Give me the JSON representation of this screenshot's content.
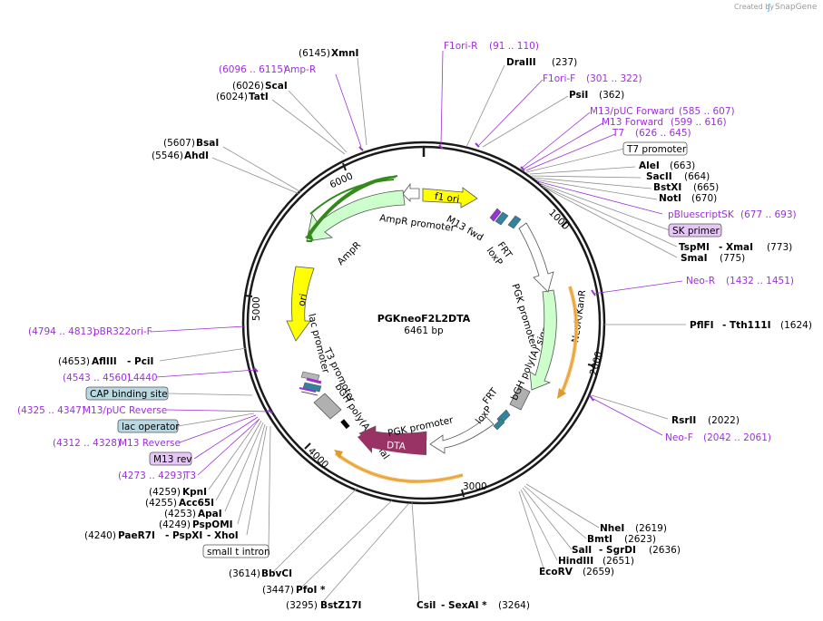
{
  "credit": {
    "prefix": "Created by",
    "brand": "SnapGene"
  },
  "title": "PGKneoF2L2DTA",
  "length": "6461 bp",
  "tick_labels": [
    "1000",
    "2000",
    "3000",
    "4000",
    "5000",
    "6000"
  ],
  "colors": {
    "backbone": "#1a1a1a",
    "ori": "#ffff00",
    "f1ori": "#ffff00",
    "ampr": "#ccffcc",
    "neo": "#ccffcc",
    "dta": "#993366",
    "promoter": "#ffffff",
    "polyA": "#b0b0b0",
    "frt": "#31849b",
    "loxp": "#31849b",
    "primer": "#9b30d9",
    "orf": "#f4b860"
  },
  "features": [
    {
      "id": "f1ori",
      "label": "f1 ori"
    },
    {
      "id": "m13fwd",
      "label": "M13 fwd"
    },
    {
      "id": "frt1",
      "label": "FRT"
    },
    {
      "id": "loxp1",
      "label": "loxP"
    },
    {
      "id": "pgk1",
      "label": "PGK promoter"
    },
    {
      "id": "neo",
      "label": "NeoR/KanR"
    },
    {
      "id": "bgh1",
      "label": "bGH poly(A) signal"
    },
    {
      "id": "frt2",
      "label": "FRT"
    },
    {
      "id": "loxp2",
      "label": "loxP"
    },
    {
      "id": "pgk2",
      "label": "PGK promoter"
    },
    {
      "id": "dta",
      "label": "DTA"
    },
    {
      "id": "bgh2",
      "label": "bGH poly(A) signal"
    },
    {
      "id": "t3",
      "label": "T3 promoter"
    },
    {
      "id": "lac",
      "label": "lac promoter"
    },
    {
      "id": "ori",
      "label": "ori"
    },
    {
      "id": "ampr",
      "label": "AmpR"
    },
    {
      "id": "amprprom",
      "label": "AmpR promoter"
    }
  ],
  "annotations": [
    {
      "id": "xmni",
      "pos": "(6145)",
      "name": "XmnI",
      "type": "enzyme"
    },
    {
      "id": "ampr_primer",
      "pos": "(6096 .. 6115)",
      "name": "Amp-R",
      "type": "primer"
    },
    {
      "id": "scai",
      "pos": "(6026)",
      "name": "ScaI",
      "type": "enzyme"
    },
    {
      "id": "tati",
      "pos": "(6024)",
      "name": "TatI",
      "type": "enzyme"
    },
    {
      "id": "bsai",
      "pos": "(5607)",
      "name": "BsaI",
      "type": "enzyme"
    },
    {
      "id": "ahdi",
      "pos": "(5546)",
      "name": "AhdI",
      "type": "enzyme"
    },
    {
      "id": "f1orir",
      "name": "F1ori-R",
      "pos": "(91 .. 110)",
      "type": "primer"
    },
    {
      "id": "draiii",
      "name": "DraIII",
      "pos": "(237)",
      "type": "enzyme"
    },
    {
      "id": "f1orif",
      "name": "F1ori-F",
      "pos": "(301 .. 322)",
      "type": "primer"
    },
    {
      "id": "psii",
      "name": "PsiI",
      "pos": "(362)",
      "type": "enzyme"
    },
    {
      "id": "m13puc",
      "name": "M13/pUC Forward",
      "pos": "(585 .. 607)",
      "type": "primer"
    },
    {
      "id": "m13f",
      "name": "M13 Forward",
      "pos": "(599 .. 616)",
      "type": "primer"
    },
    {
      "id": "t7",
      "name": "T7",
      "pos": "(626 .. 645)",
      "type": "primer"
    },
    {
      "id": "t7prom",
      "name": "T7 promoter",
      "type": "boxed"
    },
    {
      "id": "alei",
      "name": "AleI",
      "pos": "(663)",
      "type": "enzyme"
    },
    {
      "id": "sacii",
      "name": "SacII",
      "pos": "(664)",
      "type": "enzyme"
    },
    {
      "id": "bstxi",
      "name": "BstXI",
      "pos": "(665)",
      "type": "enzyme"
    },
    {
      "id": "noti",
      "name": "NotI",
      "pos": "(670)",
      "type": "enzyme"
    },
    {
      "id": "pbsk",
      "name": "pBluescriptSK",
      "pos": "(677 .. 693)",
      "type": "primer"
    },
    {
      "id": "skprimer",
      "name": "SK primer",
      "type": "boxed-primer"
    },
    {
      "id": "tspmi",
      "name": "TspMI",
      "name2": "XmaI",
      "pos": "(773)",
      "type": "enzyme-pair"
    },
    {
      "id": "smai",
      "name": "SmaI",
      "pos": "(775)",
      "type": "enzyme"
    },
    {
      "id": "neor",
      "name": "Neo-R",
      "pos": "(1432 .. 1451)",
      "type": "primer"
    },
    {
      "id": "pflfi",
      "name": "PflFI",
      "name2": "Tth111I",
      "pos": "(1624)",
      "type": "enzyme-pair"
    },
    {
      "id": "rsrii",
      "name": "RsrII",
      "pos": "(2022)",
      "type": "enzyme"
    },
    {
      "id": "neof",
      "name": "Neo-F",
      "pos": "(2042 .. 2061)",
      "type": "primer"
    },
    {
      "id": "nhei",
      "name": "NheI",
      "pos": "(2619)",
      "type": "enzyme"
    },
    {
      "id": "bmti",
      "name": "BmtI",
      "pos": "(2623)",
      "type": "enzyme"
    },
    {
      "id": "sali",
      "name": "SalI",
      "name2": "SgrDI",
      "pos": "(2636)",
      "type": "enzyme-pair"
    },
    {
      "id": "hindiii",
      "name": "HindIII",
      "pos": "(2651)",
      "type": "enzyme"
    },
    {
      "id": "ecorv",
      "name": "EcoRV",
      "pos": "(2659)",
      "type": "enzyme"
    },
    {
      "id": "csii",
      "name": "CsiI",
      "name2": "SexAI *",
      "pos": "(3264)",
      "type": "enzyme-pair"
    },
    {
      "id": "bstz17i",
      "pos": "(3295)",
      "name": "BstZ17I",
      "type": "enzyme"
    },
    {
      "id": "pfoi",
      "pos": "(3447)",
      "name": "PfoI *",
      "type": "enzyme"
    },
    {
      "id": "bbvci",
      "pos": "(3614)",
      "name": "BbvCI",
      "type": "enzyme"
    },
    {
      "id": "smallt",
      "name": "small t intron",
      "type": "boxed"
    },
    {
      "id": "paer7i",
      "pos": "(4240)",
      "name": "PaeR7I",
      "name2": "PspXI",
      "name3": "XhoI",
      "type": "enzyme-triple"
    },
    {
      "id": "pspomi",
      "pos": "(4249)",
      "name": "PspOMI",
      "type": "enzyme"
    },
    {
      "id": "apai",
      "pos": "(4253)",
      "name": "ApaI",
      "type": "enzyme"
    },
    {
      "id": "acc65i",
      "pos": "(4255)",
      "name": "Acc65I",
      "type": "enzyme"
    },
    {
      "id": "kpni",
      "pos": "(4259)",
      "name": "KpnI",
      "type": "enzyme"
    },
    {
      "id": "t3primer",
      "pos": "(4273 .. 4293)",
      "name": "T3",
      "type": "primer"
    },
    {
      "id": "m13rev",
      "name": "M13 rev",
      "type": "boxed-primer"
    },
    {
      "id": "m13reverse",
      "pos": "(4312 .. 4328)",
      "name": "M13 Reverse",
      "type": "primer"
    },
    {
      "id": "lacop",
      "name": "lac operator",
      "type": "boxed-teal"
    },
    {
      "id": "m13pucrev",
      "pos": "(4325 .. 4347)",
      "name": "M13/pUC Reverse",
      "type": "primer"
    },
    {
      "id": "cap",
      "name": "CAP binding site",
      "type": "boxed-teal"
    },
    {
      "id": "l4440",
      "pos": "(4543 .. 4560)",
      "name": "L4440",
      "type": "primer"
    },
    {
      "id": "afliii",
      "pos": "(4653)",
      "name": "AflIII",
      "name2": "PciI",
      "type": "enzyme-pair"
    },
    {
      "id": "pbr322",
      "pos": "(4794 .. 4813)",
      "name": "pBR322ori-F",
      "type": "primer"
    }
  ]
}
